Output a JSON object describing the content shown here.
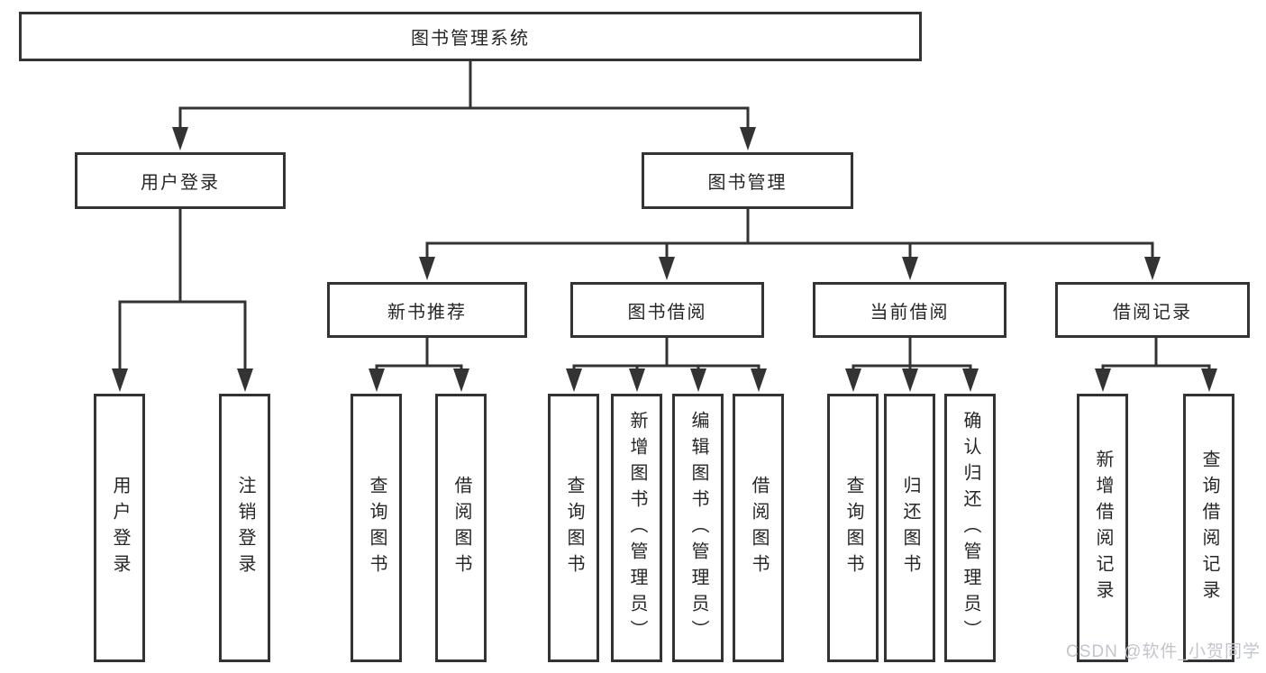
{
  "tree": {
    "label": "图书管理系统",
    "children": [
      {
        "label": "用户登录",
        "children": [
          {
            "label": "用户登录"
          },
          {
            "label": "注销登录"
          }
        ]
      },
      {
        "label": "图书管理",
        "children": [
          {
            "label": "新书推荐",
            "children": [
              {
                "label": "查询图书"
              },
              {
                "label": "借阅图书"
              }
            ]
          },
          {
            "label": "图书借阅",
            "children": [
              {
                "label": "查询图书"
              },
              {
                "label": "新增图书（管理员）"
              },
              {
                "label": "编辑图书（管理员）"
              },
              {
                "label": "借阅图书"
              }
            ]
          },
          {
            "label": "当前借阅",
            "children": [
              {
                "label": "查询图书"
              },
              {
                "label": "归还图书"
              },
              {
                "label": "确认归还（管理员）"
              }
            ]
          },
          {
            "label": "借阅记录",
            "children": [
              {
                "label": "新增借阅记录"
              },
              {
                "label": "查询借阅记录"
              }
            ]
          }
        ]
      }
    ]
  },
  "watermark": "CSDN @软件_小贺同学",
  "colors": {
    "line": "#333333",
    "text": "#262626",
    "watermark": "#c2c5cc",
    "background": "#ffffff"
  }
}
